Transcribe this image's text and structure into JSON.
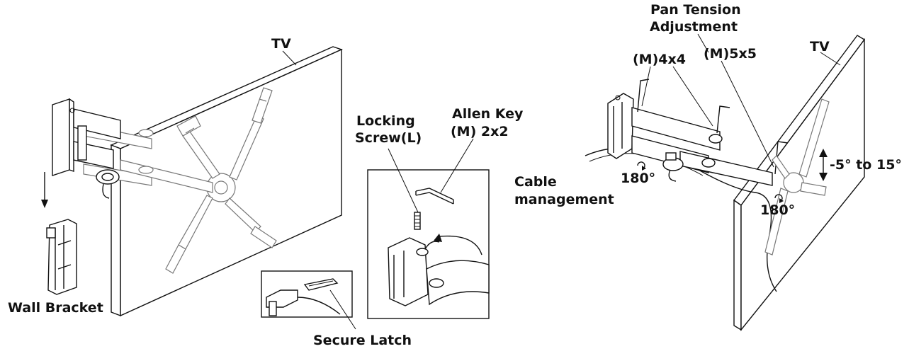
{
  "labels": {
    "tv_left": "TV",
    "wall_bracket": "Wall Bracket",
    "locking_screw_1": "Locking",
    "locking_screw_2": "Screw(L)",
    "allen_key_1": "Allen Key",
    "allen_key_2": "(M) 2x2",
    "secure_latch": "Secure Latch",
    "pan_tension_1": "Pan Tension",
    "pan_tension_2": "Adjustment",
    "m4x4": "(M)4x4",
    "m5x5": "(M)5x5",
    "tv_right": "TV",
    "cable_1": "Cable",
    "cable_2": "management",
    "rot_180_a": "180°",
    "rot_180_b": "180°",
    "tilt_range": "-5° to 15°"
  },
  "colors": {
    "stroke": "#111111",
    "background": "#ffffff",
    "ghost": "#777777"
  }
}
